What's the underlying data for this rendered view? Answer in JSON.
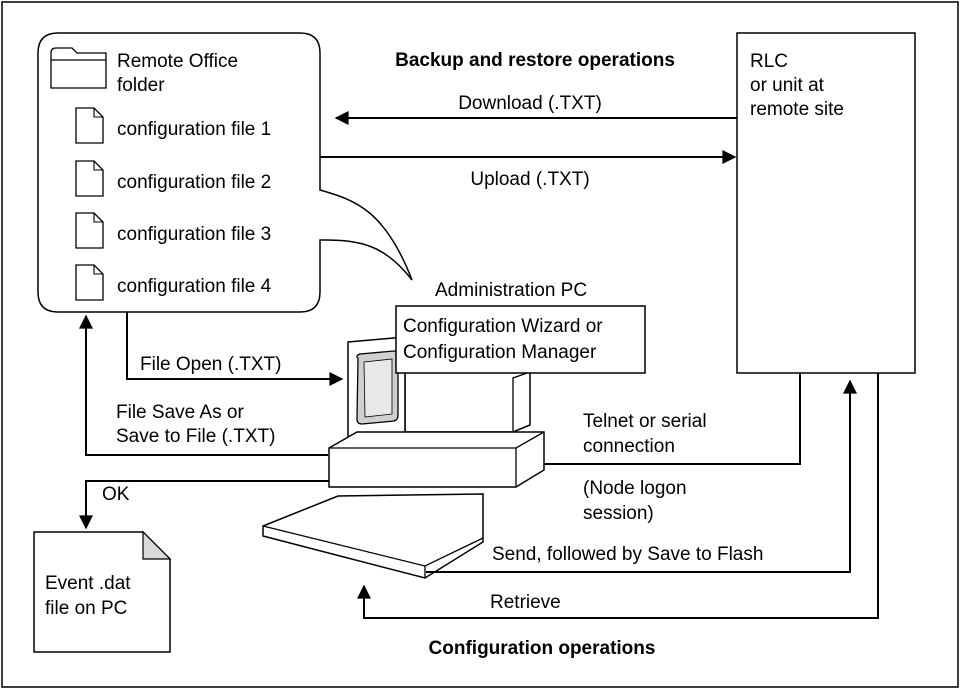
{
  "folder": {
    "title_line1": "Remote Office",
    "title_line2": "folder",
    "files": [
      "configuration file 1",
      "configuration file 2",
      "configuration file 3",
      "configuration file 4"
    ]
  },
  "headings": {
    "backup": "Backup and restore operations",
    "config": "Configuration operations"
  },
  "rlc": {
    "line1": "RLC",
    "line2": "or unit at",
    "line3": "remote site"
  },
  "arrows": {
    "download": "Download (.TXT)",
    "upload": "Upload (.TXT)",
    "file_open": "File Open (.TXT)",
    "save_line1": "File Save As or",
    "save_line2": "Save to File (.TXT)",
    "ok": "OK",
    "telnet_line1": "Telnet or serial",
    "telnet_line2": "connection",
    "node_line1": "(Node logon",
    "node_line2": "session)",
    "send": "Send, followed by Save to Flash",
    "retrieve": "Retrieve"
  },
  "pc": {
    "label": "Administration PC",
    "wizard_line1": "Configuration Wizard or",
    "wizard_line2": "Configuration Manager"
  },
  "event": {
    "line1": "Event .dat",
    "line2": "file on PC"
  }
}
